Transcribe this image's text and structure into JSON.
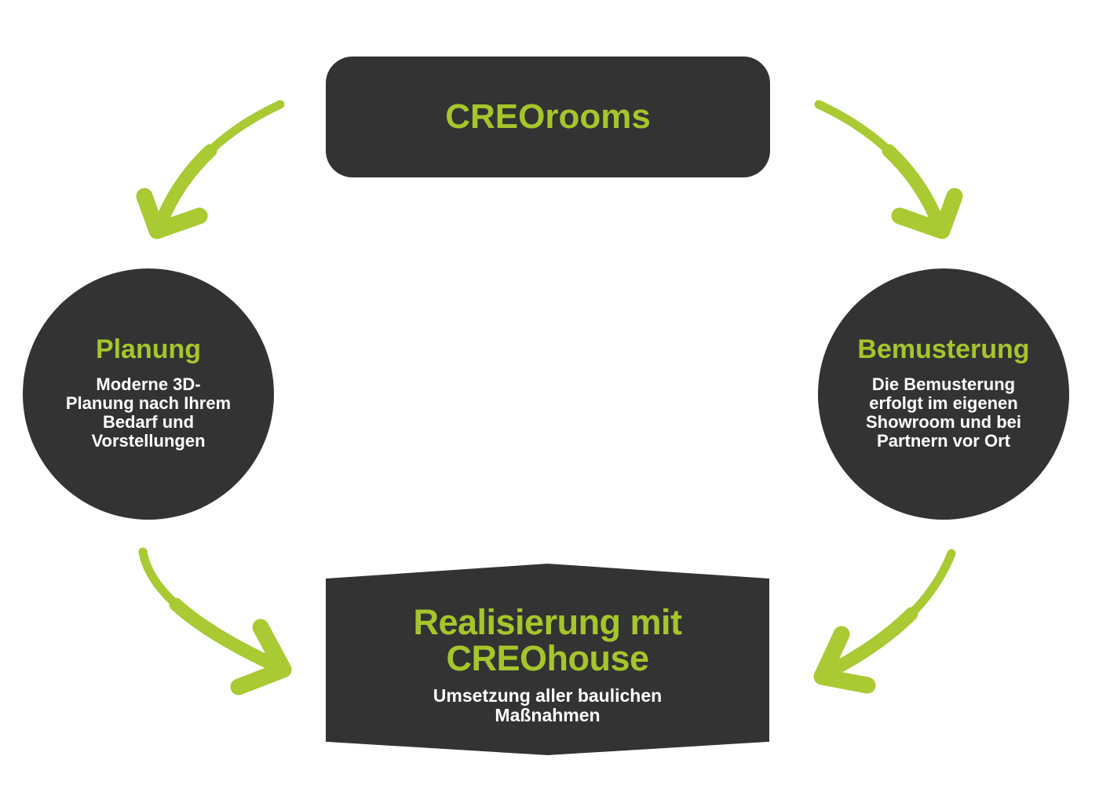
{
  "colors": {
    "background": "#ffffff",
    "shape_dark": "#333333",
    "accent_green": "#a6c52a",
    "arrow_green": "#a9ca33",
    "text_white": "#ffffff"
  },
  "top_node": {
    "title": "CREOrooms"
  },
  "left_node": {
    "heading": "Planung",
    "body_lines": [
      "Moderne 3D-",
      "Planung nach Ihrem",
      "Bedarf und",
      "Vorstellungen"
    ]
  },
  "right_node": {
    "heading": "Bemusterung",
    "body_lines": [
      "Die Bemusterung",
      "erfolgt im eigenen",
      "Showroom und bei",
      "Partnern vor Ort"
    ]
  },
  "bottom_node": {
    "heading_lines": [
      "Realisierung mit",
      "CREOhouse"
    ],
    "body_lines": [
      "Umsetzung aller baulichen",
      "Maßnahmen"
    ]
  },
  "arrows": [
    {
      "name": "arrow-creorooms-to-planung",
      "direction": "down-left"
    },
    {
      "name": "arrow-creorooms-to-bemusterung",
      "direction": "down-right"
    },
    {
      "name": "arrow-planung-to-realisierung",
      "direction": "down-right"
    },
    {
      "name": "arrow-bemusterung-to-realisierung",
      "direction": "down-left"
    }
  ]
}
